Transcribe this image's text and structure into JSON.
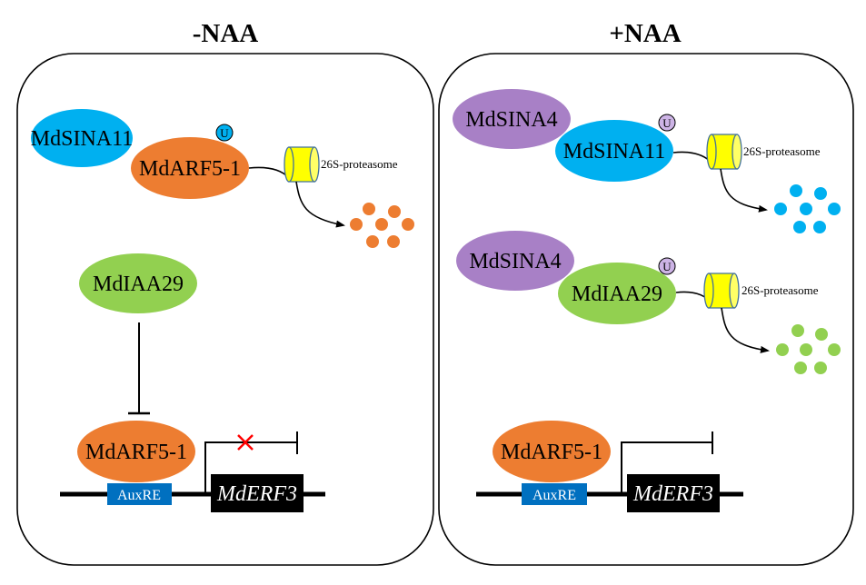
{
  "colors": {
    "sina11": "#00b0f0",
    "arf": "#ed7d31",
    "iaa": "#92d050",
    "sina4": "#a880c6",
    "proteasome": "#ffff00",
    "auxre": "#0070c0",
    "gene_box": "#000000",
    "block_cross": "#ff0000"
  },
  "panels": [
    {
      "title": "-NAA",
      "proteins": {
        "sina11": "MdSINA11",
        "arf_top": "MdARF5-1",
        "iaa": "MdIAA29",
        "arf_bottom": "MdARF5-1"
      },
      "ubiquitin": "U",
      "proteasome_label": "26S-proteasome",
      "promoter_element": "AuxRE",
      "gene": "MdERF3",
      "transcription_blocked": true
    },
    {
      "title": "+NAA",
      "proteins": {
        "sina4_top": "MdSINA4",
        "sina11": "MdSINA11",
        "sina4_mid": "MdSINA4",
        "iaa": "MdIAA29",
        "arf_bottom": "MdARF5-1"
      },
      "ubiquitin_top": "U",
      "ubiquitin_mid": "U",
      "proteasome_label_top": "26S-proteasome",
      "proteasome_label_mid": "26S-proteasome",
      "promoter_element": "AuxRE",
      "gene": "MdERF3",
      "transcription_blocked": false
    }
  ]
}
